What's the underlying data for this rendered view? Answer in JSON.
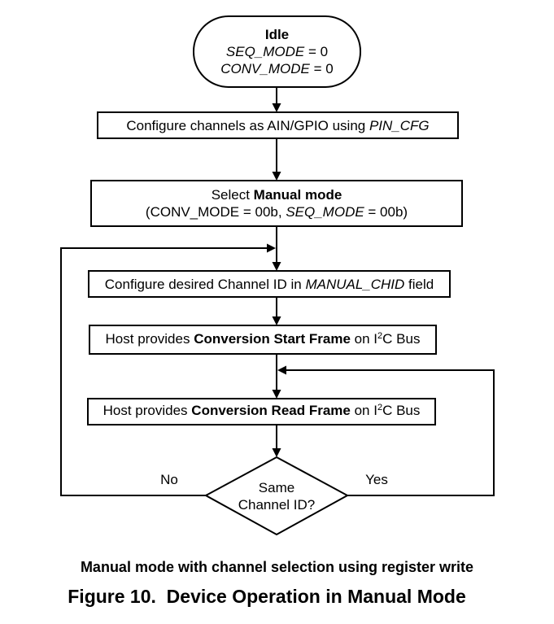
{
  "figure": {
    "caption": "Manual mode with channel selection using register write",
    "title": "Figure 10.  Device Operation in Manual Mode"
  },
  "colors": {
    "ink": "#000000",
    "background": "#ffffff"
  },
  "flowchart": {
    "idle": {
      "title": "Idle",
      "seq_mode_name": "SEQ_MODE",
      "seq_mode_value": " = 0",
      "conv_mode_name": "CONV_MODE",
      "conv_mode_value": " = 0"
    },
    "configure_channels": {
      "text": "Configure channels as AIN/GPIO using ",
      "register": "PIN_CFG"
    },
    "select_manual_mode": {
      "line1_text": "Select ",
      "line1_bold": "Manual mode",
      "line2_text": "(CONV_MODE = 00b, ",
      "line2_register": "SEQ_MODE",
      "line2_suffix": " = 00b)"
    },
    "configure_channel_id": {
      "text": "Configure desired Channel ID in ",
      "register": "MANUAL_CHID",
      "suffix": " field"
    },
    "conversion_start_frame": {
      "text": "Host provides ",
      "bold": "Conversion Start Frame",
      "mid": " on I",
      "superscript": "2",
      "suffix": "C Bus"
    },
    "conversion_read_frame": {
      "text": "Host provides ",
      "bold": "Conversion Read Frame",
      "mid": " on I",
      "superscript": "2",
      "suffix": "C Bus"
    },
    "decision": {
      "line1": "Same",
      "line2": "Channel ID?"
    },
    "branch_labels": {
      "no": "No",
      "yes": "Yes"
    }
  }
}
